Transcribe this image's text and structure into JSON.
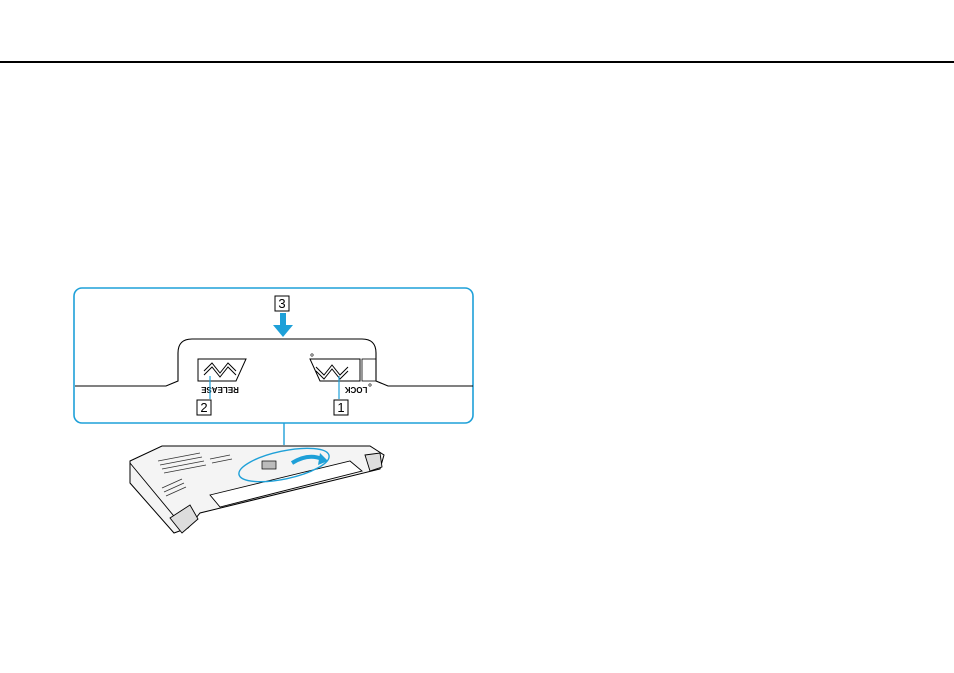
{
  "figure": {
    "callouts": {
      "one": "1",
      "two": "2",
      "three": "3"
    },
    "switch_labels": {
      "lock": "LOCK",
      "release": "RELEASE"
    }
  },
  "colors": {
    "accent": "#1ea0d8",
    "frame": "#1ea0d8"
  }
}
